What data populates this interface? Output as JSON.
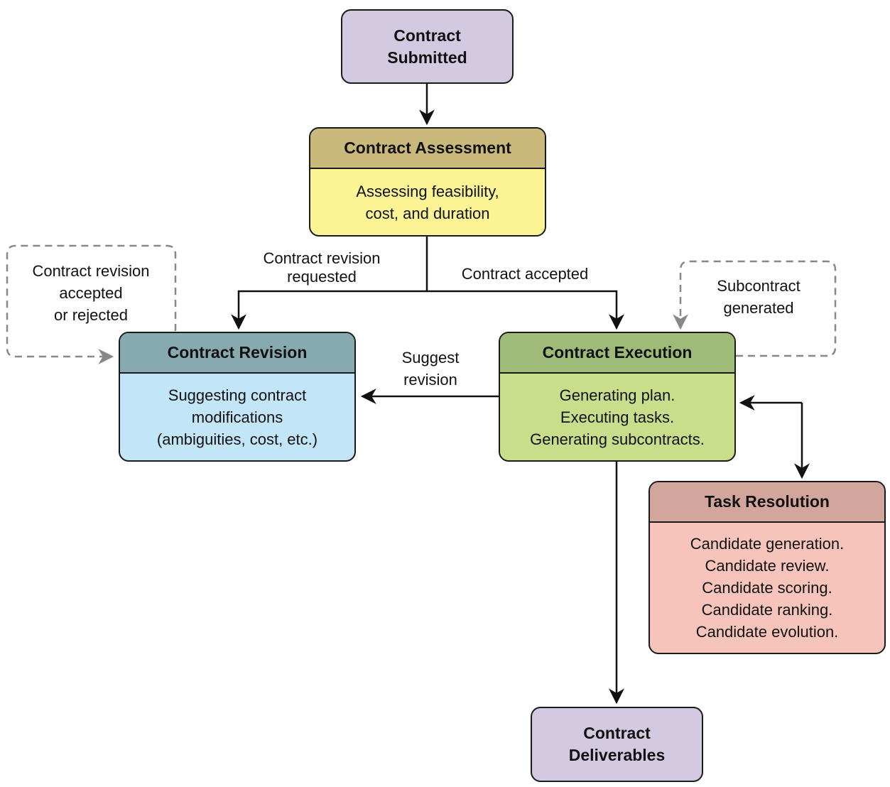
{
  "colors": {
    "terminal_fill": "#d3c9e1",
    "assessment_header": "#c9b97a",
    "assessment_body": "#fbf394",
    "revision_header": "#87a9b0",
    "revision_body": "#c3e5f8",
    "execution_header": "#9ebb78",
    "execution_body": "#c8de8a",
    "task_header": "#d2a59d",
    "task_body": "#f7c4bc",
    "arrow": "#111111",
    "dashed": "#888888"
  },
  "nodes": {
    "submitted": {
      "lines": [
        "Contract",
        "Submitted"
      ]
    },
    "assessment": {
      "title": "Contract Assessment",
      "lines": [
        "Assessing feasibility,",
        "cost, and duration"
      ]
    },
    "revision": {
      "title": "Contract Revision",
      "lines": [
        "Suggesting contract",
        "modifications",
        "(ambiguities, cost, etc.)"
      ]
    },
    "execution": {
      "title": "Contract Execution",
      "lines": [
        "Generating plan.",
        "Executing tasks.",
        "Generating subcontracts."
      ]
    },
    "task": {
      "title": "Task Resolution",
      "lines": [
        "Candidate generation.",
        "Candidate review.",
        "Candidate scoring.",
        "Candidate ranking.",
        "Candidate evolution."
      ]
    },
    "deliverables": {
      "lines": [
        "Contract",
        "Deliverables"
      ]
    }
  },
  "edges": {
    "revision_requested": [
      "Contract revision",
      "requested"
    ],
    "accepted": [
      "Contract accepted"
    ],
    "suggest_revision": [
      "Suggest",
      "revision"
    ],
    "revision_loop": [
      "Contract revision",
      "accepted",
      "or rejected"
    ],
    "subcontract_loop": [
      "Subcontract",
      "generated"
    ]
  }
}
